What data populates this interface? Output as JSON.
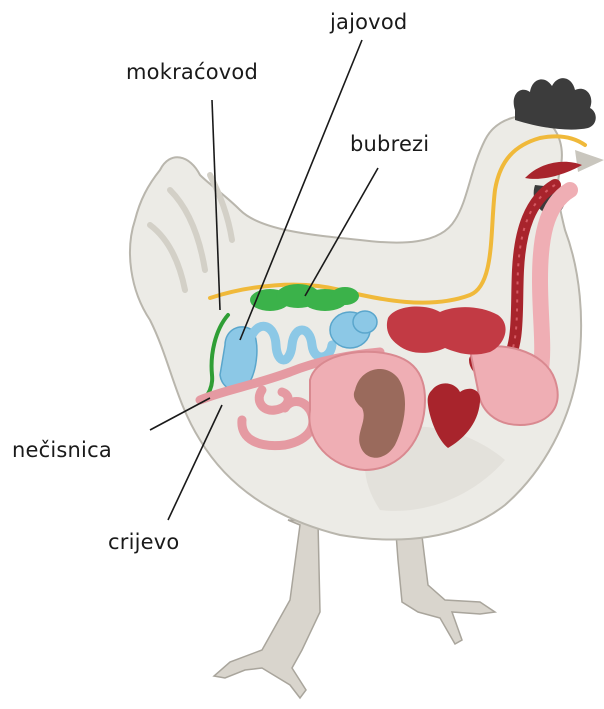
{
  "labels": {
    "jajovod": "jajovod",
    "mokracovod": "mokraćovod",
    "bubrezi": "bubrezi",
    "necisnica": "nečisnica",
    "crijevo": "crijevo"
  },
  "colors": {
    "body": "#ecebe6",
    "outline": "#b9b6ad",
    "shadow": "#d8d5cd",
    "comb": "#3c3c3c",
    "yellow_duct": "#f0b93a",
    "green_ureter": "#2f9e35",
    "green_kidney": "#3bb24a",
    "blue_oviduct": "#8cc8e6",
    "pink_organ": "#efaeb4",
    "dark_red": "#a8242c",
    "liver_red": "#c23a44",
    "brown": "#9a6a5c"
  }
}
